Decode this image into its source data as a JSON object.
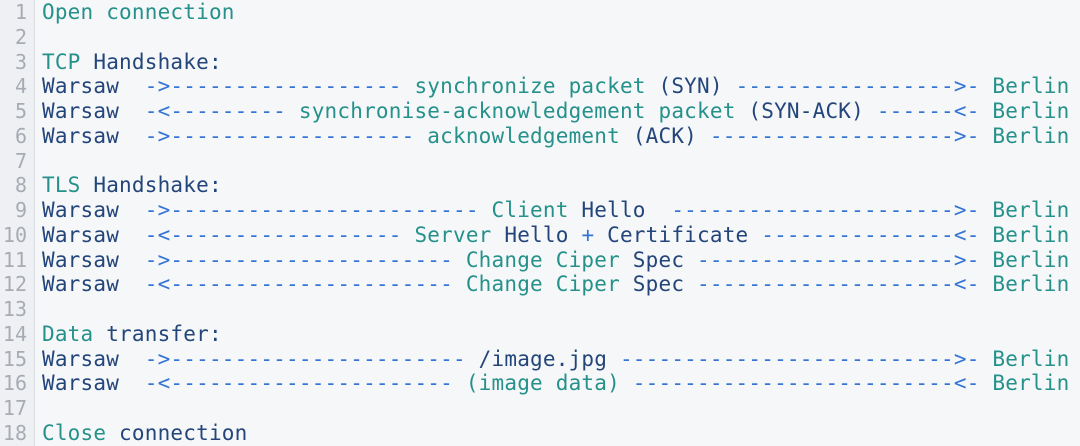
{
  "colors": {
    "teal": "#25918a",
    "navy": "#23457a",
    "blue": "#3474d4",
    "gutter_text": "#a7acb4",
    "editor_bg": "#f5f7f9",
    "gutter_bg": "#eef0f3",
    "gutter_border": "#dadee3"
  },
  "lines": [
    {
      "number": "1",
      "segments": [
        {
          "text": "Open connection",
          "color": "teal"
        }
      ]
    },
    {
      "number": "2",
      "segments": []
    },
    {
      "number": "3",
      "segments": [
        {
          "text": "TCP",
          "color": "teal"
        },
        {
          "text": " Handshake:",
          "color": "navy"
        }
      ]
    },
    {
      "number": "4",
      "segments": [
        {
          "text": "Warsaw  ",
          "color": "navy"
        },
        {
          "text": "->------------------",
          "color": "blue"
        },
        {
          "text": " synchronize packet ",
          "color": "teal"
        },
        {
          "text": "(SYN)",
          "color": "navy"
        },
        {
          "text": " ",
          "color": "navy"
        },
        {
          "text": "----------------->-",
          "color": "blue"
        },
        {
          "text": " Berlin",
          "color": "teal"
        }
      ]
    },
    {
      "number": "5",
      "segments": [
        {
          "text": "Warsaw  ",
          "color": "navy"
        },
        {
          "text": "-<---------",
          "color": "blue"
        },
        {
          "text": " synchronise-acknowledgement packet ",
          "color": "teal"
        },
        {
          "text": "(SYN-ACK)",
          "color": "navy"
        },
        {
          "text": " ",
          "color": "navy"
        },
        {
          "text": "------<-",
          "color": "blue"
        },
        {
          "text": " Berlin",
          "color": "teal"
        }
      ]
    },
    {
      "number": "6",
      "segments": [
        {
          "text": "Warsaw  ",
          "color": "navy"
        },
        {
          "text": "->-------------------",
          "color": "blue"
        },
        {
          "text": " acknowledgement ",
          "color": "teal"
        },
        {
          "text": "(ACK)",
          "color": "navy"
        },
        {
          "text": " ",
          "color": "navy"
        },
        {
          "text": "------------------->-",
          "color": "blue"
        },
        {
          "text": " Berlin",
          "color": "teal"
        }
      ]
    },
    {
      "number": "7",
      "segments": []
    },
    {
      "number": "8",
      "segments": [
        {
          "text": "TLS",
          "color": "teal"
        },
        {
          "text": " Handshake:",
          "color": "navy"
        }
      ]
    },
    {
      "number": "9",
      "segments": [
        {
          "text": "Warsaw  ",
          "color": "navy"
        },
        {
          "text": "->------------------------",
          "color": "blue"
        },
        {
          "text": " Client ",
          "color": "teal"
        },
        {
          "text": "Hello",
          "color": "navy"
        },
        {
          "text": "  ",
          "color": "navy"
        },
        {
          "text": "---------------------->-",
          "color": "blue"
        },
        {
          "text": " Berlin",
          "color": "teal"
        }
      ]
    },
    {
      "number": "10",
      "segments": [
        {
          "text": "Warsaw  ",
          "color": "navy"
        },
        {
          "text": "-<------------------",
          "color": "blue"
        },
        {
          "text": " Server ",
          "color": "teal"
        },
        {
          "text": "Hello",
          "color": "navy"
        },
        {
          "text": " ",
          "color": "navy"
        },
        {
          "text": "+",
          "color": "blue"
        },
        {
          "text": " ",
          "color": "navy"
        },
        {
          "text": "Certificate",
          "color": "navy"
        },
        {
          "text": " ",
          "color": "navy"
        },
        {
          "text": "---------------<-",
          "color": "blue"
        },
        {
          "text": " Berlin",
          "color": "teal"
        }
      ]
    },
    {
      "number": "11",
      "segments": [
        {
          "text": "Warsaw  ",
          "color": "navy"
        },
        {
          "text": "->----------------------",
          "color": "blue"
        },
        {
          "text": " Change Ciper ",
          "color": "teal"
        },
        {
          "text": "Spec",
          "color": "navy"
        },
        {
          "text": " ",
          "color": "navy"
        },
        {
          "text": "-------------------->-",
          "color": "blue"
        },
        {
          "text": " Berlin",
          "color": "teal"
        }
      ]
    },
    {
      "number": "12",
      "segments": [
        {
          "text": "Warsaw  ",
          "color": "navy"
        },
        {
          "text": "-<----------------------",
          "color": "blue"
        },
        {
          "text": " Change Ciper ",
          "color": "teal"
        },
        {
          "text": "Spec",
          "color": "navy"
        },
        {
          "text": " ",
          "color": "navy"
        },
        {
          "text": "--------------------<-",
          "color": "blue"
        },
        {
          "text": " Berlin",
          "color": "teal"
        }
      ]
    },
    {
      "number": "13",
      "segments": []
    },
    {
      "number": "14",
      "segments": [
        {
          "text": "Data",
          "color": "teal"
        },
        {
          "text": " transfer:",
          "color": "navy"
        }
      ]
    },
    {
      "number": "15",
      "segments": [
        {
          "text": "Warsaw  ",
          "color": "navy"
        },
        {
          "text": "->-----------------------",
          "color": "blue"
        },
        {
          "text": " /image.jpg ",
          "color": "navy"
        },
        {
          "text": "-------------------------->-",
          "color": "blue"
        },
        {
          "text": " Berlin",
          "color": "teal"
        }
      ]
    },
    {
      "number": "16",
      "segments": [
        {
          "text": "Warsaw  ",
          "color": "navy"
        },
        {
          "text": "-<----------------------",
          "color": "blue"
        },
        {
          "text": " (image data) ",
          "color": "teal"
        },
        {
          "text": "-------------------------<-",
          "color": "blue"
        },
        {
          "text": " Berlin",
          "color": "teal"
        }
      ]
    },
    {
      "number": "17",
      "segments": []
    },
    {
      "number": "18",
      "segments": [
        {
          "text": "Close",
          "color": "teal"
        },
        {
          "text": " connection",
          "color": "navy"
        }
      ]
    }
  ]
}
